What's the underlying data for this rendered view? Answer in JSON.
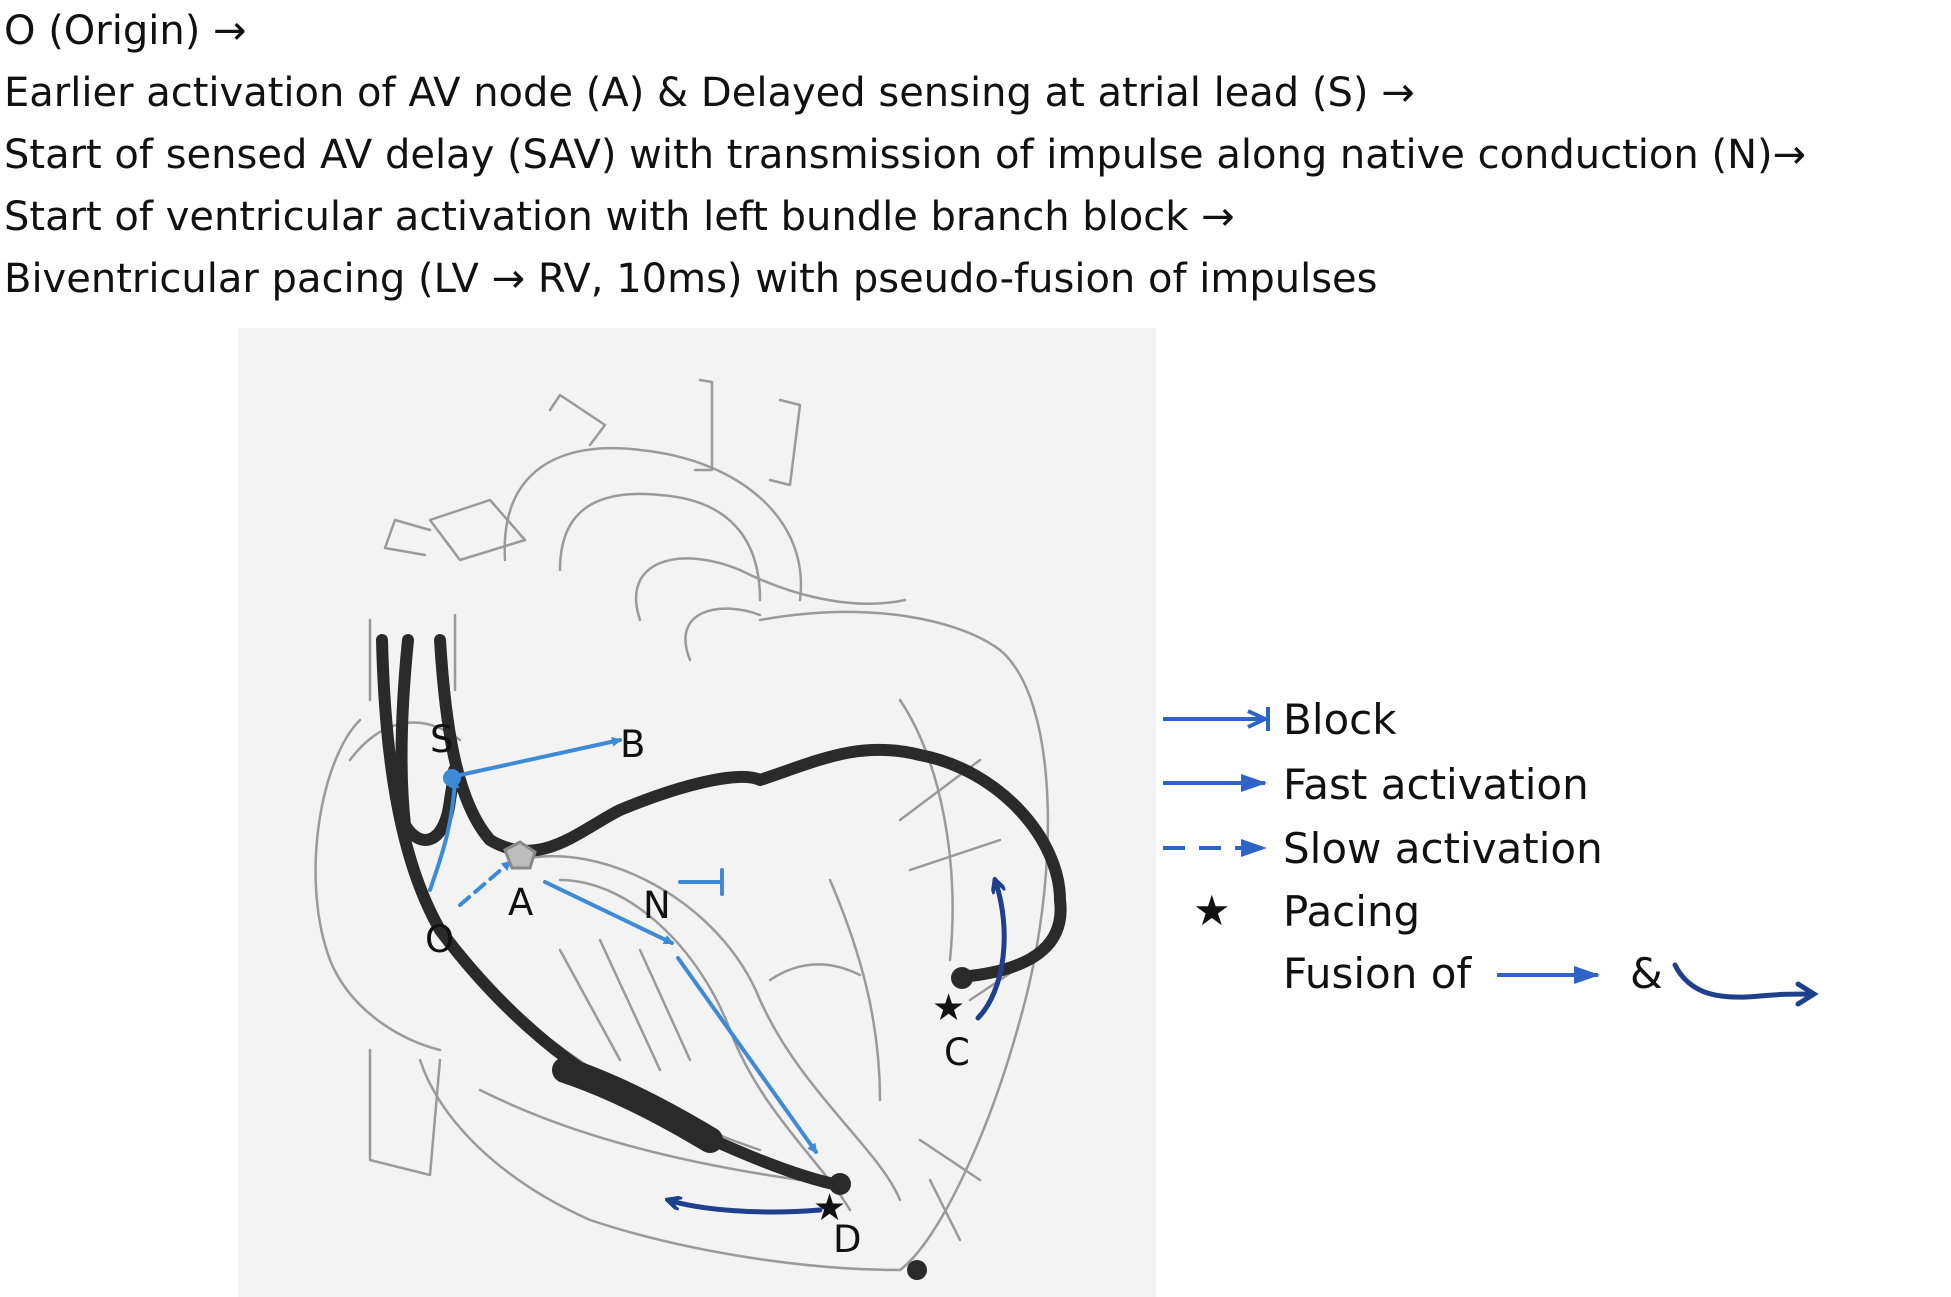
{
  "steps": [
    "O (Origin) →",
    "Earlier activation of AV node (A) & Delayed sensing at atrial lead (S) →",
    "Start of sensed AV delay (SAV) with transmission of impulse along native conduction (N)→",
    "Start of ventricular activation with left bundle branch block →",
    "Biventricular pacing (LV → RV, 10ms) with pseudo-fusion of impulses"
  ],
  "labels": {
    "O": "O",
    "A": "A",
    "S": "S",
    "B": "B",
    "N": "N",
    "C": "C",
    "D": "D"
  },
  "legend": {
    "block": "Block",
    "fast": "Fast activation",
    "slow": "Slow activation",
    "pacing_symbol": "★",
    "pacing": "Pacing",
    "fusion": "Fusion of",
    "fusion_and": "&"
  },
  "colors": {
    "lead": "#2a2a2a",
    "activation": "#3d8ad6",
    "legend_arrow": "#2f63c7",
    "fusion_arrow": "#1e3f8c",
    "sketch": "#9a9a9a"
  }
}
